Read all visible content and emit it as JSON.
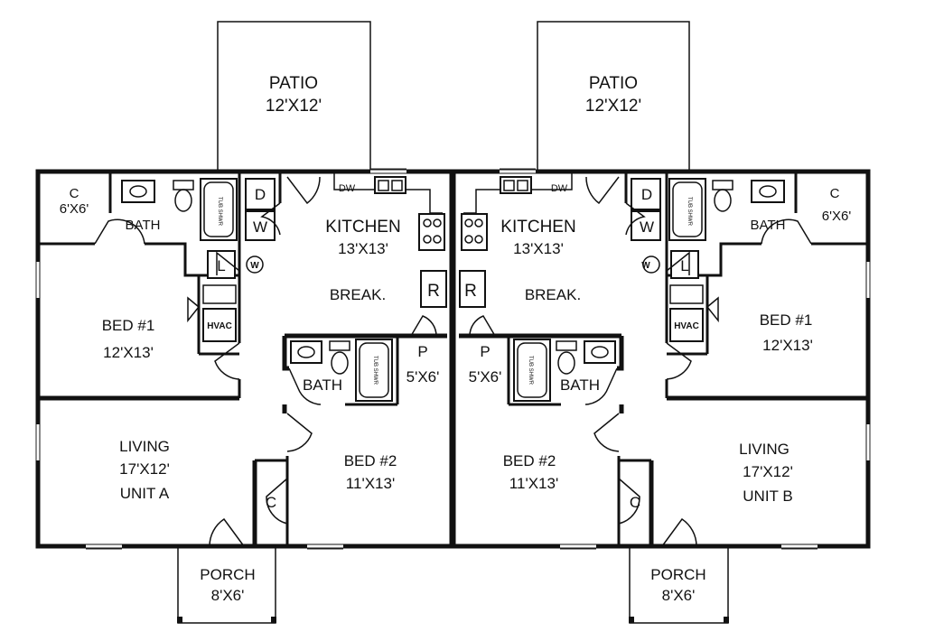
{
  "unit_a": {
    "patio": {
      "name": "PATIO",
      "size": "12'X12'"
    },
    "closet_small": {
      "name": "C",
      "size": "6'X6'"
    },
    "bath1": {
      "name": "BATH"
    },
    "tub_shower": "TUB SHWR",
    "dryer": "D",
    "washer": "W",
    "water_heater": "W",
    "linen": "L",
    "hvac": "HVAC",
    "dishwasher": "DW",
    "kitchen": {
      "name": "KITCHEN",
      "size": "13'X13'"
    },
    "break": "BREAK.",
    "refrigerator": "R",
    "bed1": {
      "name": "BED #1",
      "size": "12'X13'"
    },
    "bath2": {
      "name": "BATH"
    },
    "tub_shower2": "TUB SHWR",
    "pantry": {
      "name": "P",
      "size": "5'X6'"
    },
    "living": {
      "name": "LIVING",
      "size": "17'X12'",
      "unit": "UNIT A"
    },
    "bed2": {
      "name": "BED #2",
      "size": "11'X13'"
    },
    "closet2": "C",
    "porch": {
      "name": "PORCH",
      "size": "8'X6'"
    }
  },
  "unit_b": {
    "patio": {
      "name": "PATIO",
      "size": "12'X12'"
    },
    "closet_small": {
      "name": "C",
      "size": "6'X6'"
    },
    "bath1": {
      "name": "BATH"
    },
    "tub_shower": "TUB SHWR",
    "dryer": "D",
    "washer": "W",
    "water_heater": "W",
    "linen": "L",
    "hvac": "HVAC",
    "dishwasher": "DW",
    "kitchen": {
      "name": "KITCHEN",
      "size": "13'X13'"
    },
    "break": "BREAK.",
    "refrigerator": "R",
    "bed1": {
      "name": "BED #1",
      "size": "12'X13'"
    },
    "bath2": {
      "name": "BATH"
    },
    "tub_shower2": "TUB SHWR",
    "pantry": {
      "name": "P",
      "size": "5'X6'"
    },
    "living": {
      "name": "LIVING",
      "size": "17'X12'",
      "unit": "UNIT B"
    },
    "bed2": {
      "name": "BED #2",
      "size": "11'X13'"
    },
    "closet2": "C",
    "porch": {
      "name": "PORCH",
      "size": "8'X6'"
    }
  }
}
